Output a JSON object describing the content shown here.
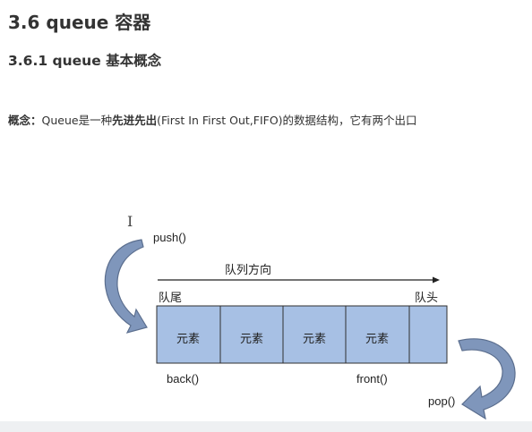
{
  "heading_main": "3.6 queue 容器",
  "heading_sub": "3.6.1 queue 基本概念",
  "concept": {
    "label": "概念：",
    "text_prefix": "Queue是一种",
    "text_bold": "先进先出",
    "text_suffix": "(First In First Out,FIFO)的数据结构，它有两个出口"
  },
  "diagram": {
    "push_label": "push()",
    "direction_label": "队列方向",
    "tail_label": "队尾",
    "head_label": "队头",
    "cells": [
      "元素",
      "元素",
      "元素",
      "元素",
      ""
    ],
    "back_label": "back()",
    "front_label": "front()",
    "pop_label": "pop()",
    "colors": {
      "cell_fill": "#a7c0e4",
      "cell_stroke": "#2f2f2f",
      "arrow_fill": "#7f96bb",
      "arrow_stroke": "#5b6e8e"
    }
  }
}
